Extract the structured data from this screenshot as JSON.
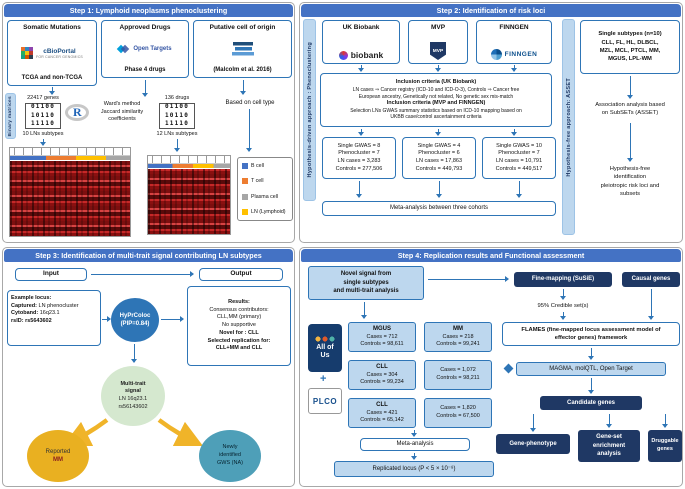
{
  "colors": {
    "header_bar": "#4472C4",
    "box_border": "#2E75B6",
    "light_blue_fill": "#BDD7EE",
    "navy_fill": "#1F3864",
    "arrow_blue": "#2E75B6",
    "hyprcoloc_fill": "#2E75B6",
    "multi_trait_fill": "#D5E8CF",
    "reported_fill": "#E9B021",
    "newly_fill": "#4E9FB8",
    "legend_b_cell": "#4472C4",
    "legend_t_cell": "#ED7D31",
    "legend_plasma_cell": "#A6A6A6",
    "legend_ln": "#FFC000",
    "heatmap_red": "#C62828",
    "yellow_arrow": "#F0B429"
  },
  "step1": {
    "header": "Step 1: Lymphoid neoplasms phenoclustering",
    "somatic": {
      "title": "Somatic Mutations",
      "logo_name": "cBioPortal",
      "logo_sub": "FOR CANCER GENOMICS",
      "caption": "TCGA and non-TCGA"
    },
    "drugs": {
      "title": "Approved Drugs",
      "logo_name": "Open Targets",
      "caption": "Phase 4 drugs"
    },
    "origin": {
      "title": "Putative cell of origin",
      "caption": "(Malcolm et al. 2016)",
      "note": "Based on cell type"
    },
    "binary_matrices_label": "Binary matrices",
    "genes": {
      "count_label": "22417 genes",
      "matrix": "01100\n10110\n11110",
      "subtypes_label": "10 LNs subtypes"
    },
    "r_logo": "R",
    "r_method": "Ward's method\nJaccard similarity\ncoefficients",
    "drug_matrix": {
      "count_label": "136 drugs",
      "matrix": "01100\n10110\n11110",
      "subtypes_label": "12 LNs subtypes"
    },
    "legend": {
      "items": [
        {
          "label": "B cell"
        },
        {
          "label": "T cell"
        },
        {
          "label": "Plasma cell"
        },
        {
          "label": "LN (Lymphoid)"
        }
      ]
    }
  },
  "step2": {
    "header": "Step 2: Identification of risk loci",
    "left_strip": "Hypothesis-driven approach : Phenoclustering",
    "right_strip": "Hypothesis-free approach: ASSET",
    "cohorts": [
      {
        "title": "UK Biobank",
        "logo_text": "biobank"
      },
      {
        "title": "MVP",
        "logo_text": "MVP"
      },
      {
        "title": "FINNGEN",
        "logo_text": "FINNGEN"
      }
    ],
    "criteria": {
      "heading1": "Inclusion criteria (UK Biobank)",
      "line1": "LN cases ⇒ Cancer registry (ICD-10 and ICD-O-3), Controls ⇒ Cancer free",
      "line2": "European ancestry, Genetically not related, No genetic sex mis-match",
      "heading2": "Inclusion criteria (MVP and FINNGEN)",
      "line3": "Selection LNs GWAS summary statistics based on ICD-10 mapping based on",
      "line4": "UKBB case/control ascertainment criteria"
    },
    "gwas_boxes": [
      {
        "line1": "Single GWAS = 8",
        "line2": "Phenocluster = 7",
        "line3": "LN cases = 3,283",
        "line4": "Controls = 277,506"
      },
      {
        "line1": "Single GWAS = 4",
        "line2": "Phenocluster = 6",
        "line3": "LN cases = 17,863",
        "line4": "Controls = 449,793"
      },
      {
        "line1": "Single GWAS = 10",
        "line2": "Phenocluster = 7",
        "line3": "LN cases = 10,791",
        "line4": "Controls = 449,517"
      }
    ],
    "meta_box": "Meta-analysis between three cohorts",
    "subtypes_box": "Single subtypes (n=10)\nCLL, FL, HL, DLBCL,\nMZL, MCL, PTCL, MM,\nMGUS, LPL-WM",
    "asset_note": "Association analysis based\non SubSETs (ASSET)",
    "free_note": "Hypothesis-free\nidentification\npleiotropic risk loci and\nsubsets"
  },
  "step3": {
    "header": "Step 3: Identification of multi-trait signal contributing LN subtypes",
    "input_label": "Input",
    "output_label": "Output",
    "example_box": {
      "title": "Example locus:",
      "rows": [
        {
          "label": "Captured:",
          "value": "LN phenocluster"
        },
        {
          "label": "Cytoband:",
          "value": "16q23.1"
        },
        {
          "label": "rsID:",
          "value": "rs5643602"
        }
      ]
    },
    "hyprcoloc": "HyPrColoc\n(PIP=0.84)",
    "results_box": {
      "line1": "Results:",
      "line2": "Consensus contributors:",
      "line3": "CLL,MM (primary)",
      "line4": "No supportive",
      "line5": "Novel for : CLL",
      "line6": "Selected replication for:",
      "line7": "CLL+MM and CLL"
    },
    "multi_trait_circle": {
      "title": "Multi-trait\nsignal",
      "sub": "LN 16q23.1\nrs56143602"
    },
    "reported_circle": {
      "line1": "Reported",
      "line2": "MM"
    },
    "newly_circle": "Newly\nidentified\nGWS (NA)"
  },
  "step4": {
    "header": "Step 4: Replication results and Functional assessment",
    "novel_box": "Novel signal from\nsingle subtypes\nand multi-trait analysis",
    "fine_mapping_box": "Fine-mapping (SuSiE)",
    "causal_box": "Causal genes",
    "credible_note": "95% Credible set(s)",
    "flames_box": "FLAMES (fine-mapped locus assessment model of\neffector genes) framework",
    "magma_box": "MAGMA, molQTL, Open Target",
    "candidate_box": "Candidate genes",
    "gene_phenotype_box": "Gene-phenotype",
    "gene_set_box": "Gene-set\nenrichment\nanalysis",
    "druggable_box": "Druggable\ngenes",
    "allofus_logo": "All of\nUs",
    "plco_logo": "PLCO",
    "plus": "+",
    "cohort_boxes": [
      {
        "title": "MGUS",
        "cases": "Cases = 712",
        "controls": "Controls = 98,611"
      },
      {
        "title": "MM",
        "cases": "Cases = 218",
        "controls": "Controls = 99,241"
      },
      {
        "title": "CLL",
        "cases": "Cases = 304",
        "controls": "Controls = 99,234"
      },
      {
        "title": "",
        "cases": "Cases = 1,072",
        "controls": "Controls = 98,211"
      },
      {
        "title": "CLL",
        "cases": "Cases = 421",
        "controls": "Controls = 65,142"
      },
      {
        "title": "",
        "cases": "Cases = 1,820",
        "controls": "Controls = 67,500"
      }
    ],
    "meta_box": "Meta-analysis",
    "replicated_box": "Replicated locus (P < 5 × 10⁻⁸)"
  }
}
